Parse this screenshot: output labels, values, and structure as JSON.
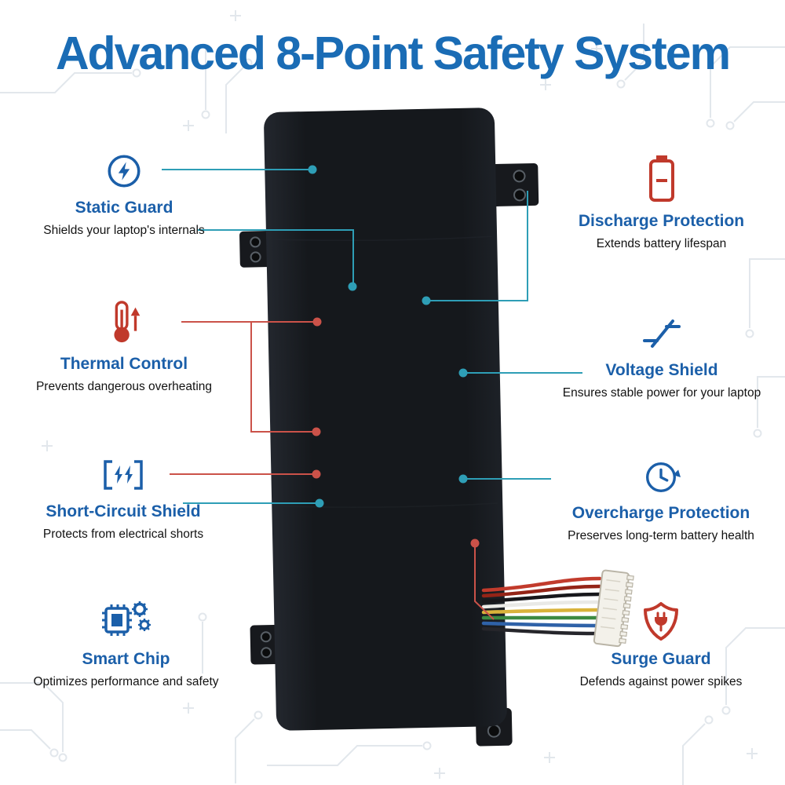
{
  "title": "Advanced 8-Point Safety System",
  "palette": {
    "title_blue": "#1a6cb5",
    "feature_blue": "#1b5fa9",
    "icon_blue": "#1b5fa9",
    "icon_red": "#c0392b",
    "callout_teal": "#2e9eb6",
    "callout_red": "#cb5249",
    "battery_black": "#17191d"
  },
  "features": {
    "left": [
      {
        "name": "Static Guard",
        "desc": "Shields your laptop's internals",
        "icon": "lightning-circle-icon"
      },
      {
        "name": "Thermal Control",
        "desc": "Prevents dangerous overheating",
        "icon": "thermometer-icon"
      },
      {
        "name": "Short-Circuit Shield",
        "desc": "Protects from electrical shorts",
        "icon": "double-bolt-icon"
      },
      {
        "name": "Smart Chip",
        "desc": "Optimizes performance and safety",
        "icon": "chip-gears-icon"
      }
    ],
    "right": [
      {
        "name": "Discharge Protection",
        "desc": "Extends battery lifespan",
        "icon": "battery-icon"
      },
      {
        "name": "Voltage Shield",
        "desc": "Ensures stable power for your laptop",
        "icon": "voltage-slash-icon"
      },
      {
        "name": "Overcharge Protection",
        "desc": "Preserves long-term battery health",
        "icon": "clock-icon"
      },
      {
        "name": "Surge Guard",
        "desc": "Defends against power spikes",
        "icon": "shield-plug-icon"
      }
    ]
  }
}
